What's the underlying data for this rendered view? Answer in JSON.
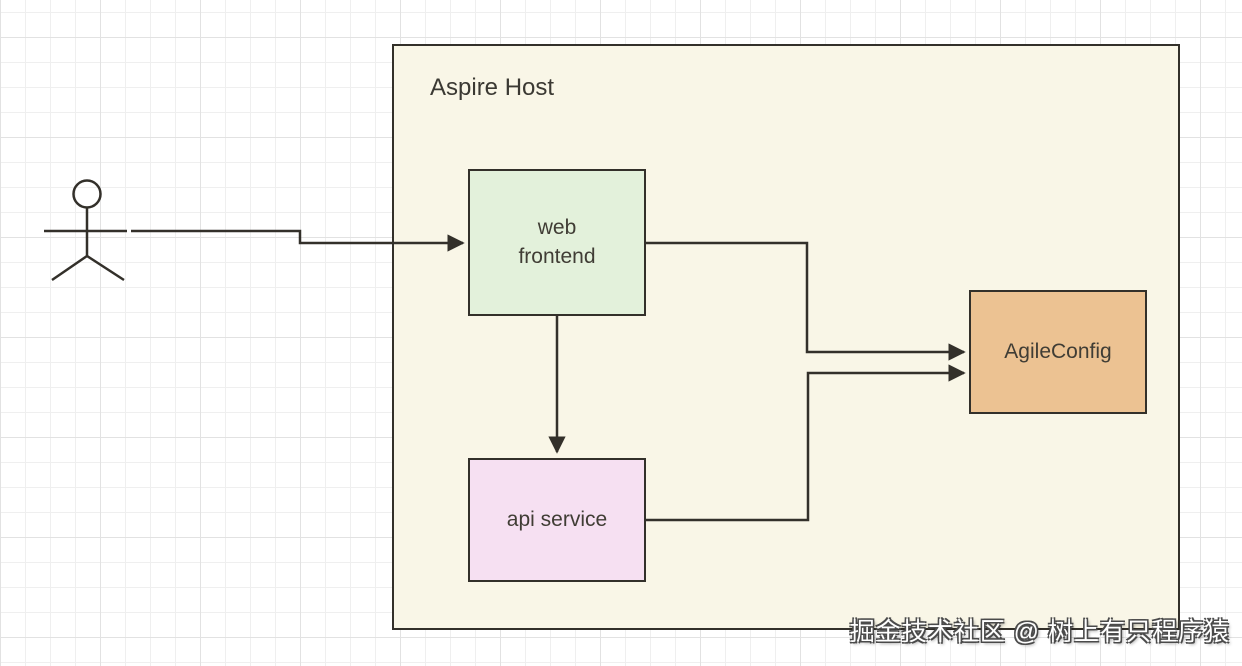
{
  "container": {
    "label": "Aspire Host"
  },
  "nodes": {
    "web_frontend": {
      "label": "web\nfrontend",
      "fill": "#e3f1db"
    },
    "api_service": {
      "label": "api service",
      "fill": "#f6e0f2"
    },
    "agile_config": {
      "label": "AgileConfig",
      "fill": "#ecc292"
    }
  },
  "actor": {
    "type": "stick-figure-user"
  },
  "edges": [
    {
      "from": "user",
      "to": "web frontend"
    },
    {
      "from": "web frontend",
      "to": "api service"
    },
    {
      "from": "web frontend",
      "to": "AgileConfig"
    },
    {
      "from": "api service",
      "to": "AgileConfig"
    }
  ],
  "colors": {
    "container_fill": "#f9f6e7",
    "stroke": "#33302a",
    "grid_minor": "#efefef",
    "grid_major": "#e2e2e2",
    "web_frontend_fill": "#e3f1db",
    "api_service_fill": "#f6e0f2",
    "agile_config_fill": "#ecc292"
  },
  "watermark": {
    "text": "掘金技术社区 @ 树上有只程序猿"
  }
}
